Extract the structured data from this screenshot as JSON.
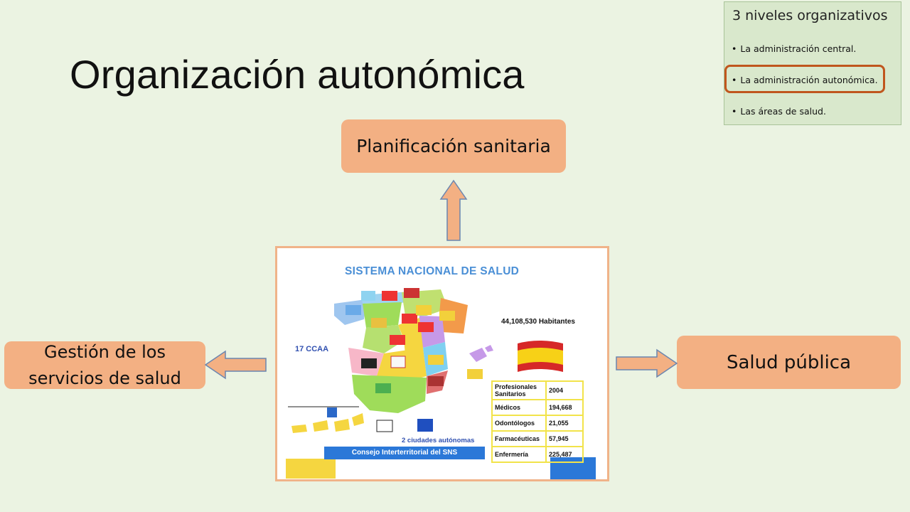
{
  "slide": {
    "title": "Organización autonómica",
    "center_label": "Planificación sanitaria",
    "left_label": "Gestión de los servicios de salud",
    "right_label": "Salud pública"
  },
  "inset": {
    "title": "3 niveles organizativos",
    "items": [
      "La administración central.",
      "La administración autonómica.",
      "Las áreas de salud."
    ],
    "highlighted_item": "La administración autonómica."
  },
  "map_image": {
    "title": "SISTEMA NACIONAL DE SALUD",
    "ccaa_label": "17 CCAA",
    "population": "44,108,530 Habitantes",
    "cities_label": "2 ciudades autónomas",
    "council_label": "Consejo Interterritorial del SNS",
    "table_header": [
      "Profesionales Sanitarios",
      "2004"
    ],
    "table_rows": [
      [
        "Médicos",
        "194,668"
      ],
      [
        "Odontólogos",
        "21,055"
      ],
      [
        "Farmacéuticas",
        "57,945"
      ],
      [
        "Enfermería",
        "225,487"
      ]
    ]
  },
  "colors": {
    "background": "#ebf3e2",
    "box_fill": "#f3b083",
    "highlight_border": "#c0561d",
    "map_title": "#4a8fd6"
  }
}
